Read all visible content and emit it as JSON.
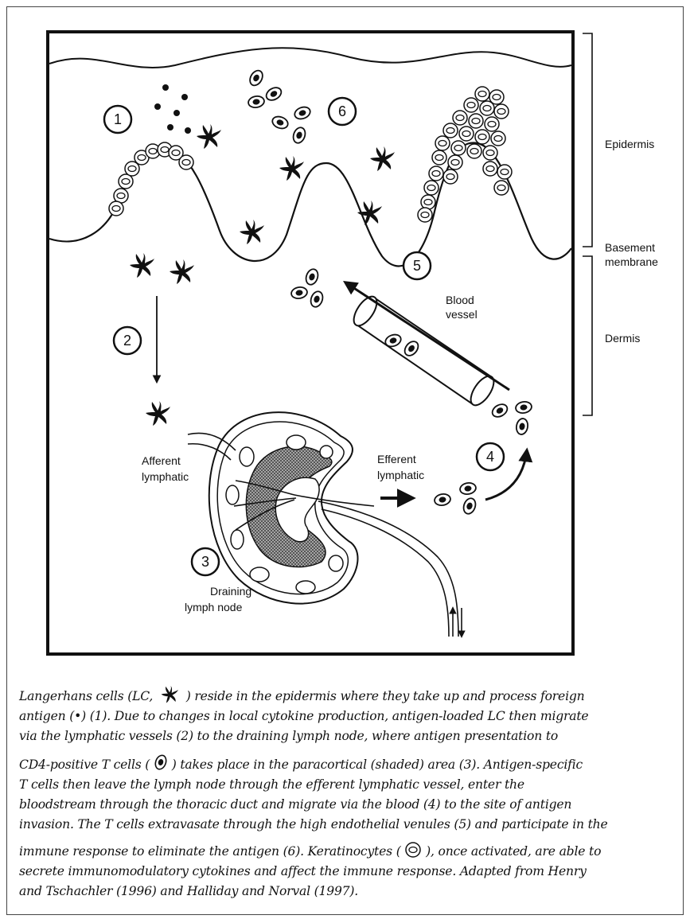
{
  "labels": {
    "epidermis": "Epidermis",
    "basement_membrane_line1": "Basement",
    "basement_membrane_line2": "membrane",
    "dermis": "Dermis",
    "blood_vessel_line1": "Blood",
    "blood_vessel_line2": "vessel",
    "afferent_line1": "Afferent",
    "afferent_line2": "lymphatic",
    "efferent_line1": "Efferent",
    "efferent_line2": "lymphatic",
    "lymph_node_line1": "Draining",
    "lymph_node_line2": "lymph node"
  },
  "steps": [
    "1",
    "2",
    "3",
    "4",
    "5",
    "6"
  ],
  "caption": {
    "line1_a": "Langerhans cells (LC,",
    "line1_b": ") reside in the epidermis where they take up and process foreign",
    "line2": "antigen (•) (1). Due to changes in local cytokine production, antigen-loaded LC then migrate",
    "line3": "via the lymphatic vessels (2) to the draining lymph node, where antigen presentation to",
    "line4_a": "CD4-positive T cells (",
    "line4_b": ") takes place in the paracortical (shaded) area (3). Antigen-specific",
    "line5": "T cells then leave the lymph node through the efferent lymphatic vessel, enter the",
    "line6": "bloodstream through the thoracic duct and migrate via the blood (4) to the site of antigen",
    "line7": "invasion. The T cells extravasate through the high endothelial venules (5) and participate in the",
    "line8_a": "immune response to eliminate the antigen (6). Keratinocytes (",
    "line8_b": "), once activated, are able to",
    "line9": "secrete immunomodulatory cytokines and affect the immune response. Adapted from Henry",
    "line10": "and Tschachler (1996) and Halliday and Norval (1997)."
  }
}
